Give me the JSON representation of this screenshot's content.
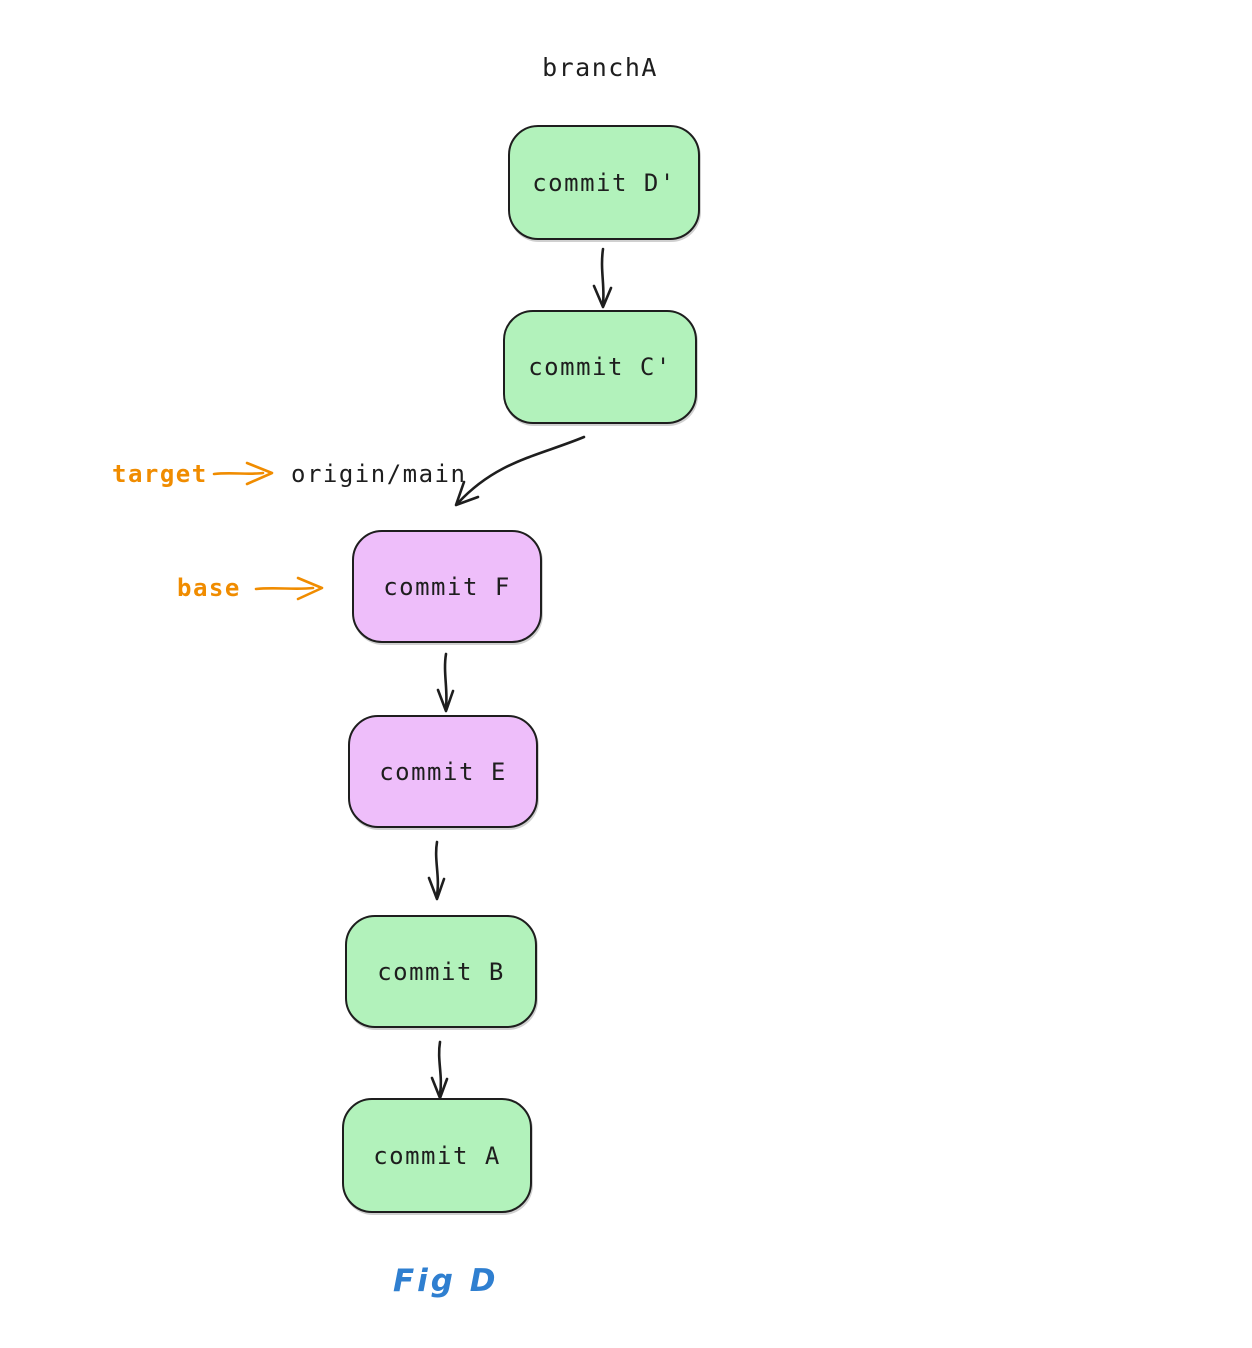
{
  "diagram": {
    "title": "branchA",
    "figure_caption": "Fig D",
    "branch_label": "branchA",
    "ref_label": "origin/main",
    "annotations": {
      "target_label": "target",
      "base_label": "base"
    },
    "nodes": [
      {
        "id": "commit-d-prime",
        "label": "commit D'",
        "color_key": "green_fill",
        "branch": "branchA"
      },
      {
        "id": "commit-c-prime",
        "label": "commit C'",
        "color_key": "green_fill",
        "branch": "branchA"
      },
      {
        "id": "commit-f",
        "label": "commit F",
        "color_key": "purple_fill",
        "annotation": "base"
      },
      {
        "id": "commit-e",
        "label": "commit E",
        "color_key": "purple_fill"
      },
      {
        "id": "commit-b",
        "label": "commit B",
        "color_key": "green_fill"
      },
      {
        "id": "commit-a",
        "label": "commit A",
        "color_key": "green_fill"
      }
    ],
    "edges": [
      {
        "from": "commit-d-prime",
        "to": "commit-c-prime"
      },
      {
        "from": "commit-c-prime",
        "to": "commit-f",
        "note": "curved arrow to origin/main target"
      },
      {
        "from": "commit-f",
        "to": "commit-e"
      },
      {
        "from": "commit-e",
        "to": "commit-b"
      },
      {
        "from": "commit-b",
        "to": "commit-a"
      }
    ],
    "colors": {
      "green_fill": "#b2f2bb",
      "purple_fill": "#eebefa",
      "stroke": "#1e1e1e",
      "orange": "#f08c00",
      "blue": "#2f7fd0",
      "background": "#ffffff"
    }
  }
}
